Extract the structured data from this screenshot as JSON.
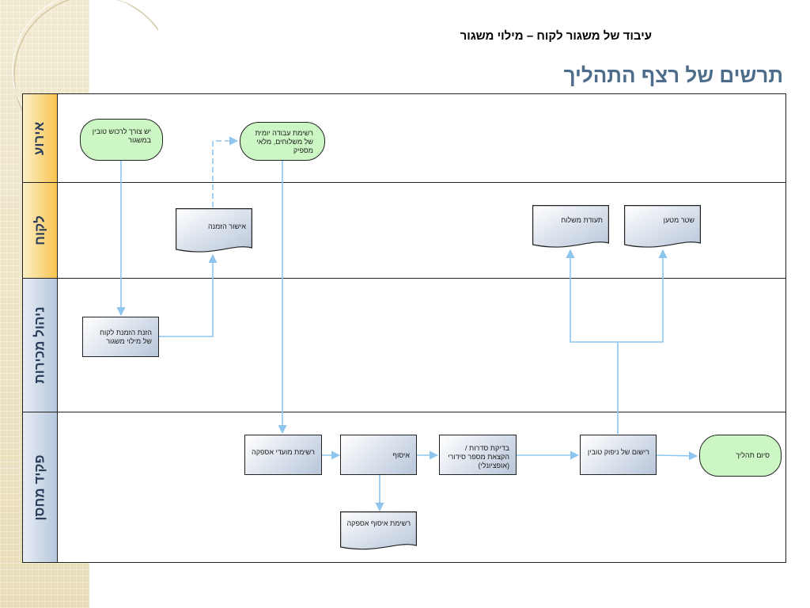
{
  "header": {
    "subtitle": "עיבוד של משגור לקוח – מילוי משגור",
    "title": "תרשים של רצף התהליך"
  },
  "lanes": [
    {
      "label": "אירוע"
    },
    {
      "label": "לקוח"
    },
    {
      "label": "ניהול מכירות"
    },
    {
      "label": "פקיד מחסן"
    }
  ],
  "nodes": {
    "need": "יש צורך לרכוש טובין במשגור",
    "worklist": "רשימת עבודה יומית של משלוחים, מלאי מספיק",
    "order_confirm": "אישור הזמנה",
    "delivery_note": "תעודת משלוח",
    "bill_of_lading": "שטר מטען",
    "enter_order": "הזנת הזמנת לקוח של מילוי משגור",
    "due_list": "רשימת מועדי אספקה",
    "picking": "איסוף",
    "check_batches": "בדיקת סדרות / הקצאת מספר סידורי (אופציונלי)",
    "post_gi": "רישום של ניפוק טובין",
    "end": "סיום תהליך",
    "pick_list": "רשימת איסוף אספקה"
  },
  "colors": {
    "title": "#4d6d8a",
    "terminal_fill": "#ccf7c4",
    "connector": "#8ec5ee",
    "lane_event": "#f8c44f",
    "lane_role": "#b7c7dc"
  }
}
